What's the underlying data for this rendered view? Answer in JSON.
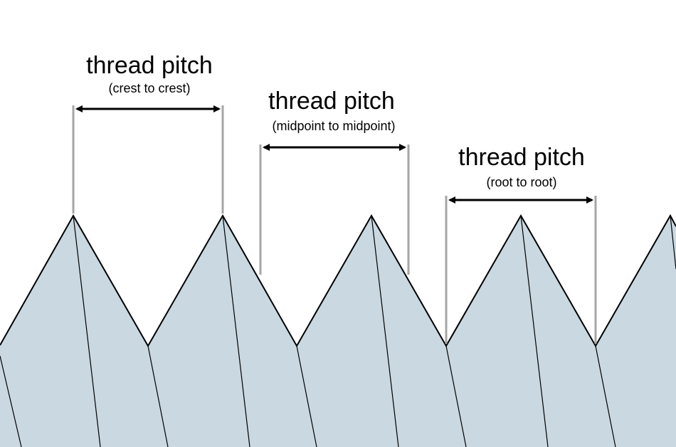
{
  "diagram": {
    "annotations": [
      {
        "title": "thread pitch",
        "subtitle": "(crest to crest)"
      },
      {
        "title": "thread pitch",
        "subtitle": "(midpoint to midpoint)"
      },
      {
        "title": "thread pitch",
        "subtitle": "(root to root)"
      }
    ],
    "colors": {
      "thread_fill": "#c9d8e1",
      "outline": "#000000",
      "guide": "#a6a6a6",
      "background": "#ffffff"
    }
  }
}
